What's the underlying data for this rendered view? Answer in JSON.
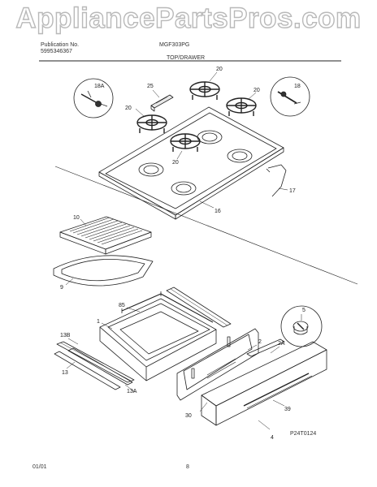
{
  "watermark": "AppliancePartsPros.com",
  "header": {
    "publication_label": "Publication No.",
    "publication_number": "5995346367",
    "model": "MGF303PG",
    "section_title": "TOP/DRAWER"
  },
  "callouts": {
    "c18a": "18A",
    "c25": "25",
    "c20a": "20",
    "c20b": "20",
    "c20c": "20",
    "c20d": "20",
    "c18": "18",
    "c17": "17",
    "c16": "16",
    "c10": "10",
    "c9": "9",
    "c85": "85",
    "c1": "1",
    "c13b": "13B",
    "c13": "13",
    "c13a": "13A",
    "c5": "5",
    "c2": "2",
    "c2a": "2A",
    "c39": "39",
    "c30": "30",
    "c4": "4"
  },
  "footer": {
    "date": "01/01",
    "page": "8",
    "figure_code": "P24T0124"
  }
}
